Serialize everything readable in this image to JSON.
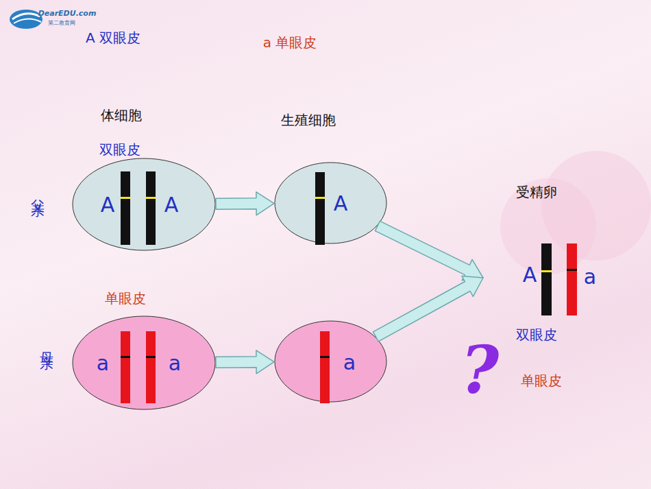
{
  "diagram": {
    "nodes": [
      {
        "text": [
          "双眼皮",
          "A",
          "A"
        ]
      },
      {
        "text": [
          "A"
        ]
      },
      {
        "text": [
          "单眼皮",
          "a",
          "a"
        ]
      },
      {
        "text": [
          "a"
        ]
      },
      {
        "text": [
          "受精卵",
          "A",
          "a"
        ]
      }
    ],
    "edges": [
      {
        "from": 0,
        "to": 1,
        "arrow": "to"
      },
      {
        "from": 2,
        "to": 3,
        "arrow": "to"
      },
      {
        "from": 1,
        "to": 4,
        "arrow": "to"
      },
      {
        "from": 3,
        "to": 4,
        "arrow": "to"
      }
    ],
    "labels": [
      "DearEDU.com",
      "第二教育网",
      "A 双眼皮",
      "a 单眼皮",
      "体细胞",
      "生殖细胞",
      "父亲",
      "母亲",
      "双眼皮",
      "单眼皮",
      "?"
    ]
  }
}
